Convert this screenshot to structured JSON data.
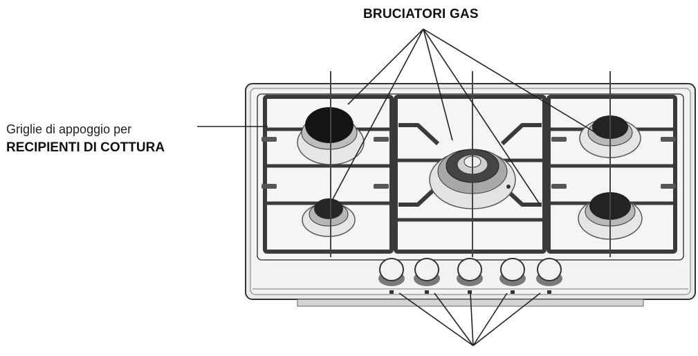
{
  "labels": {
    "burners": "BRUCIATORI GAS",
    "grids_line1": "Griglie di appoggio per",
    "grids_line2": "RECIPIENTI DI COTTURA"
  },
  "colors": {
    "line": "#333333",
    "surface": "#f1f1f1",
    "grate": "#3a3a3a",
    "burner_cap": "#1a1a1a"
  },
  "parts": {
    "burners": [
      "burner-top-left",
      "burner-bottom-left",
      "burner-center-wok",
      "burner-top-right",
      "burner-bottom-right"
    ],
    "knobs": [
      "knob-1",
      "knob-2",
      "knob-3",
      "knob-4",
      "knob-5"
    ]
  }
}
